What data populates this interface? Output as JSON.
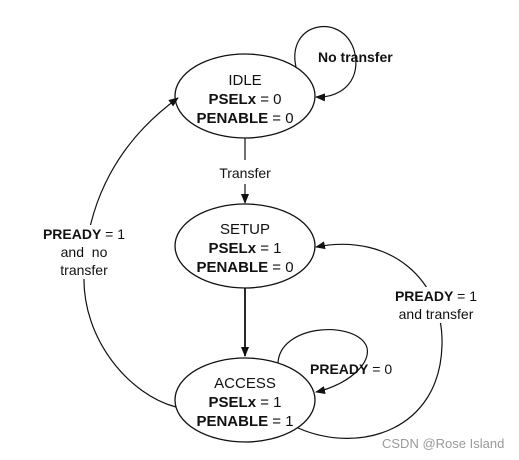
{
  "states": {
    "idle": {
      "name": "IDLE",
      "sig1": "PSELx",
      "val1": " = 0",
      "sig2": "PENABLE",
      "val2": " = 0"
    },
    "setup": {
      "name": "SETUP",
      "sig1": "PSELx",
      "val1": " = 1",
      "sig2": "PENABLE",
      "val2": " = 0"
    },
    "access": {
      "name": "ACCESS",
      "sig1": "PSELx",
      "val1": " = 1",
      "sig2": "PENABLE",
      "val2": " = 1"
    }
  },
  "transitions": {
    "idle_self": "No transfer",
    "idle_to_setup": "Transfer",
    "access_self_sig": "PREADY",
    "access_self_val": " = 0",
    "access_to_setup_sig": "PREADY",
    "access_to_setup_val": " = 1",
    "access_to_setup_line2": "and transfer",
    "access_to_idle_sig": "PREADY",
    "access_to_idle_val": " = 1",
    "access_to_idle_line2": "and  no",
    "access_to_idle_line3": "transfer"
  },
  "watermark": "CSDN @Rose Island"
}
